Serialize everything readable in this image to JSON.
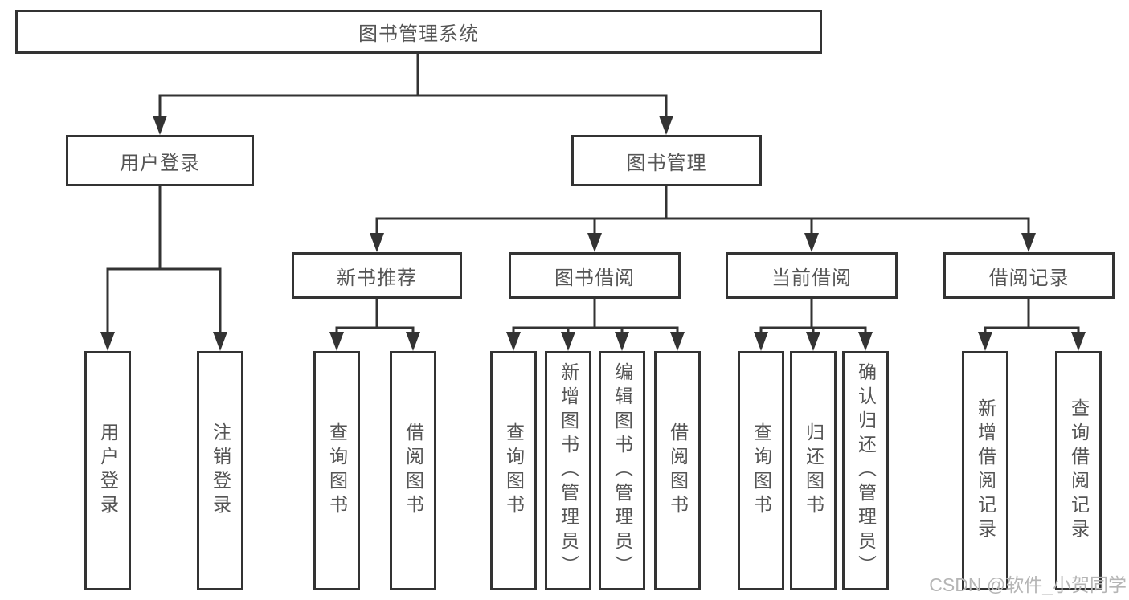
{
  "tree": {
    "root": {
      "label": "图书管理系统"
    },
    "children": [
      {
        "label": "用户登录",
        "children": [
          {
            "label": "用户登录"
          },
          {
            "label": "注销登录"
          }
        ]
      },
      {
        "label": "图书管理",
        "children": [
          {
            "label": "新书推荐",
            "children": [
              {
                "label": "查询图书"
              },
              {
                "label": "借阅图书"
              }
            ]
          },
          {
            "label": "图书借阅",
            "children": [
              {
                "label": "查询图书"
              },
              {
                "label": "新增图书（管理员）"
              },
              {
                "label": "编辑图书（管理员）"
              },
              {
                "label": "借阅图书"
              }
            ]
          },
          {
            "label": "当前借阅",
            "children": [
              {
                "label": "查询图书"
              },
              {
                "label": "归还图书"
              },
              {
                "label": "确认归还（管理员）"
              }
            ]
          },
          {
            "label": "借阅记录",
            "children": [
              {
                "label": "新增借阅记录"
              },
              {
                "label": "查询借阅记录"
              }
            ]
          }
        ]
      }
    ]
  },
  "watermark": "CSDN @软件_小贺同学",
  "colors": {
    "line": "#333333",
    "box_border": "#333333",
    "text": "#555555",
    "watermark": "#b5b5b5",
    "background": "#ffffff"
  }
}
